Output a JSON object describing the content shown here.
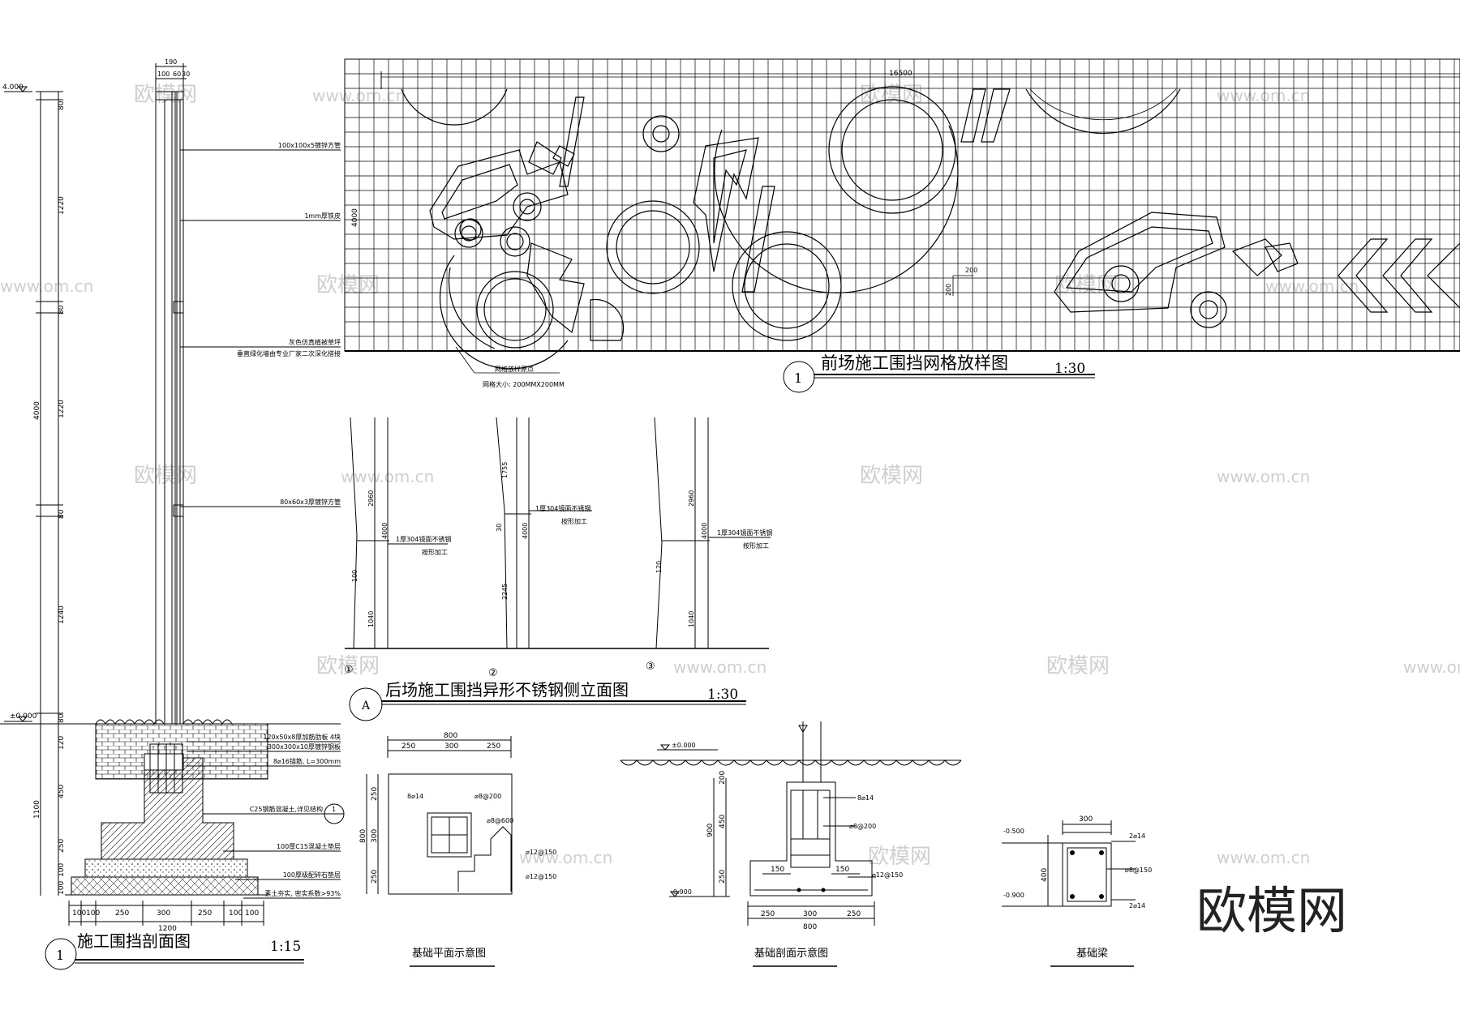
{
  "section_view": {
    "title": "施工围挡剖面图",
    "scale": "1:15",
    "index": "1",
    "elev_top": "4.000",
    "elev_ground": "±0.000",
    "top_dims": [
      "190",
      "100",
      "60",
      "30"
    ],
    "height_dims": [
      "80",
      "1220",
      "80",
      "1220",
      "80",
      "1240",
      "80"
    ],
    "total_height": "4000",
    "base_dims": [
      "120",
      "450",
      "250",
      "100",
      "100"
    ],
    "base_total": "1100",
    "bottom_dims": [
      "100",
      "100",
      "250",
      "300",
      "250",
      "100",
      "100"
    ],
    "bottom_total": "1200",
    "labels": [
      "100x100x5镀锌方管",
      "1mm厚铁皮",
      "灰色仿真植被草坪",
      "垂直绿化墙由专业厂家二次深化搭接",
      "80x60x3厚镀锌方管",
      "120x50x8厚加筋肋板 4块",
      "300x300x10厚镀锌钢板",
      "8⌀16锚筋, L=300mm",
      "C25钢筋混凝土,详见结构",
      "100厚C15混凝土垫层",
      "100厚级配碎石垫层",
      "素土夯实, 密实系数>93%"
    ],
    "callout": "1"
  },
  "grid_view": {
    "title": "前场施工围挡网格放样图",
    "scale": "1:30",
    "index": "1",
    "width_dim": "16500",
    "height_dim": "4000",
    "cell_dims": [
      "200",
      "200"
    ],
    "note_1": "网格放样原点",
    "note_2": "网格大小: 200MMX200MM"
  },
  "elevation_view": {
    "title": "后场施工围挡异形不锈钢侧立面图",
    "scale": "1:30",
    "index": "A",
    "panels": [
      {
        "num": "①",
        "dims": [
          "2960",
          "4000",
          "1040"
        ],
        "offset": "100",
        "label_1": "1厚304镜面不锈钢",
        "label_2": "按形加工"
      },
      {
        "num": "②",
        "dims": [
          "1755",
          "4000",
          "2245"
        ],
        "offset": "30",
        "label_1": "1厚304镜面不锈钢",
        "label_2": "按形加工"
      },
      {
        "num": "③",
        "dims": [
          "2960",
          "4000",
          "1040"
        ],
        "offset": "120",
        "label_1": "1厚304镜面不锈钢",
        "label_2": "按形加工"
      }
    ]
  },
  "plan_view": {
    "title": "基础平面示意图",
    "top_total": "800",
    "top_dims": [
      "250",
      "300",
      "250"
    ],
    "side_total": "800",
    "side_dims": [
      "250",
      "300",
      "250"
    ],
    "rebar": [
      "8⌀14",
      "⌀8@200",
      "⌀8@600",
      "⌀12@150",
      "⌀12@150"
    ]
  },
  "foundation_section": {
    "title": "基础剖面示意图",
    "elev_top": "±0.000",
    "elev_bottom": "-0.900",
    "heights": [
      "200",
      "450",
      "250"
    ],
    "total_height": "900",
    "inner_dims": [
      "150",
      "150"
    ],
    "bottom_dims": [
      "250",
      "300",
      "250"
    ],
    "bottom_total": "800",
    "rebar": [
      "8⌀14",
      "⌀8@200",
      "⌀12@150"
    ]
  },
  "beam_view": {
    "title": "基础梁",
    "elev_top": "-0.500",
    "elev_bottom": "-0.900",
    "width": "300",
    "height": "400",
    "rebar": [
      "2⌀14",
      "⌀8@150",
      "2⌀14"
    ]
  },
  "watermarks": {
    "logo": "欧模网",
    "url": "www.om.cn"
  },
  "colors": {
    "line": "#000000",
    "watermark": "#cfcfcf",
    "background": "#ffffff"
  }
}
